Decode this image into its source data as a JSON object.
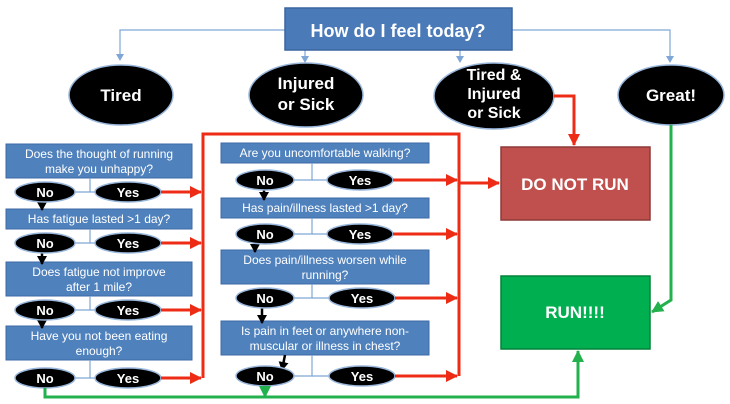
{
  "title": "How do I feel today?",
  "categories": {
    "tired": "Tired",
    "injured": [
      "Injured",
      "or Sick"
    ],
    "both": [
      "Tired &",
      "Injured",
      "or Sick"
    ],
    "great": "Great!"
  },
  "tired_questions": [
    [
      "Does the thought of running",
      "make you unhappy?"
    ],
    [
      "Has fatigue lasted >1 day?"
    ],
    [
      "Does fatigue not improve",
      "after 1 mile?"
    ],
    [
      "Have you not been eating",
      "enough?"
    ]
  ],
  "injured_questions": [
    [
      "Are you uncomfortable walking?"
    ],
    [
      "Has pain/illness lasted >1 day?"
    ],
    [
      "Does pain/illness worsen while",
      "running?"
    ],
    [
      "Is pain in feet or anywhere non-",
      "muscular or illness in chest?"
    ]
  ],
  "answers": {
    "no": "No",
    "yes": "Yes"
  },
  "outcomes": {
    "stop": "DO NOT RUN",
    "go": "RUN!!!!"
  },
  "colors": {
    "question_fill": "#4f81bd",
    "stop_fill": "#c0504d",
    "go_fill": "#00b050",
    "red_arrow": "#ee2b14",
    "green_arrow": "#22b14c"
  }
}
